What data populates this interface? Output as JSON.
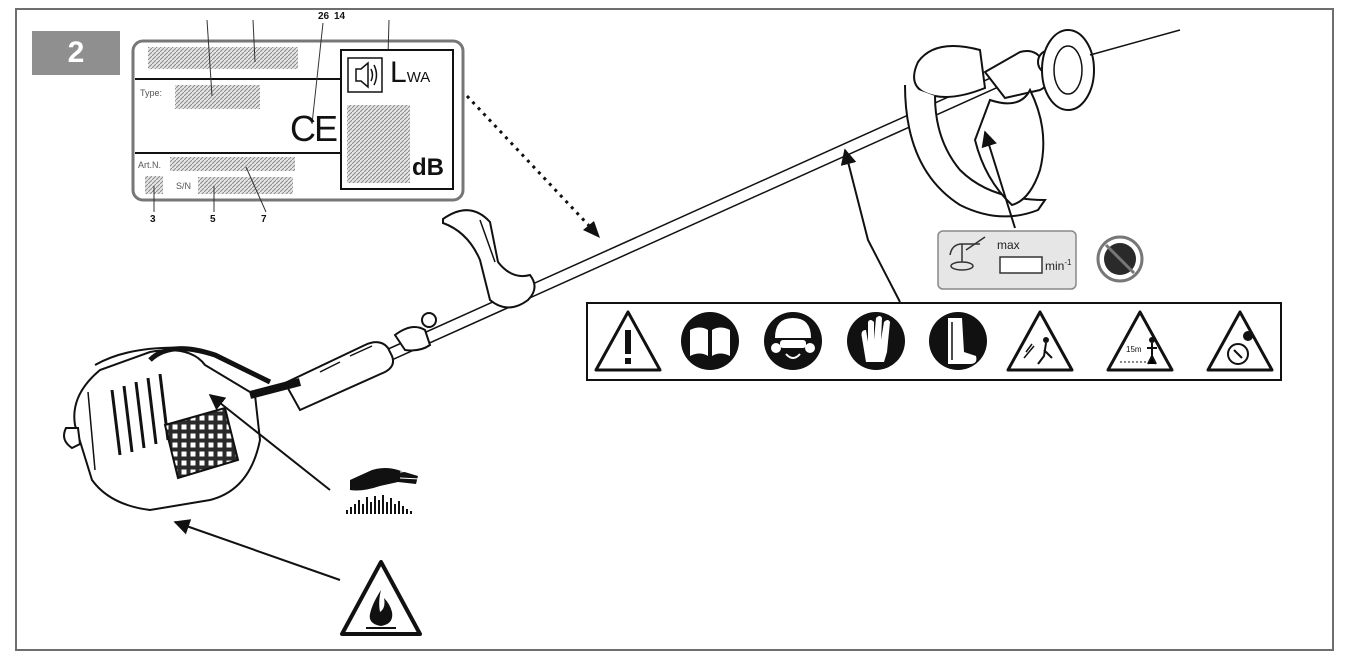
{
  "figure": {
    "number": "2"
  },
  "rating_plate": {
    "type_label": "Type:",
    "art_label": "Art.N.",
    "sn_label": "S/N",
    "ce_mark": "CE",
    "sound_symbol": "L",
    "sound_subscript": "WA",
    "sound_unit": "dB",
    "callouts": [
      "26",
      "14",
      "3",
      "5",
      "7"
    ]
  },
  "speed_label": {
    "max_label": "max",
    "unit_label": "min",
    "unit_exponent": "-1"
  },
  "safety_symbols": [
    "warning-triangle-icon",
    "read-manual-icon",
    "helmet-goggles-ear-protection-icon",
    "gloves-icon",
    "boots-icon",
    "thrown-objects-icon",
    "15m-distance-icon",
    "hot-muffler-icon"
  ],
  "bystander_distance": "15m",
  "engine_symbols": [
    "hot-surface-icon",
    "fire-hazard-icon"
  ],
  "colors": {
    "frame": "#6e6e6e",
    "badge": "#8f8f8f",
    "ink": "#111111"
  }
}
